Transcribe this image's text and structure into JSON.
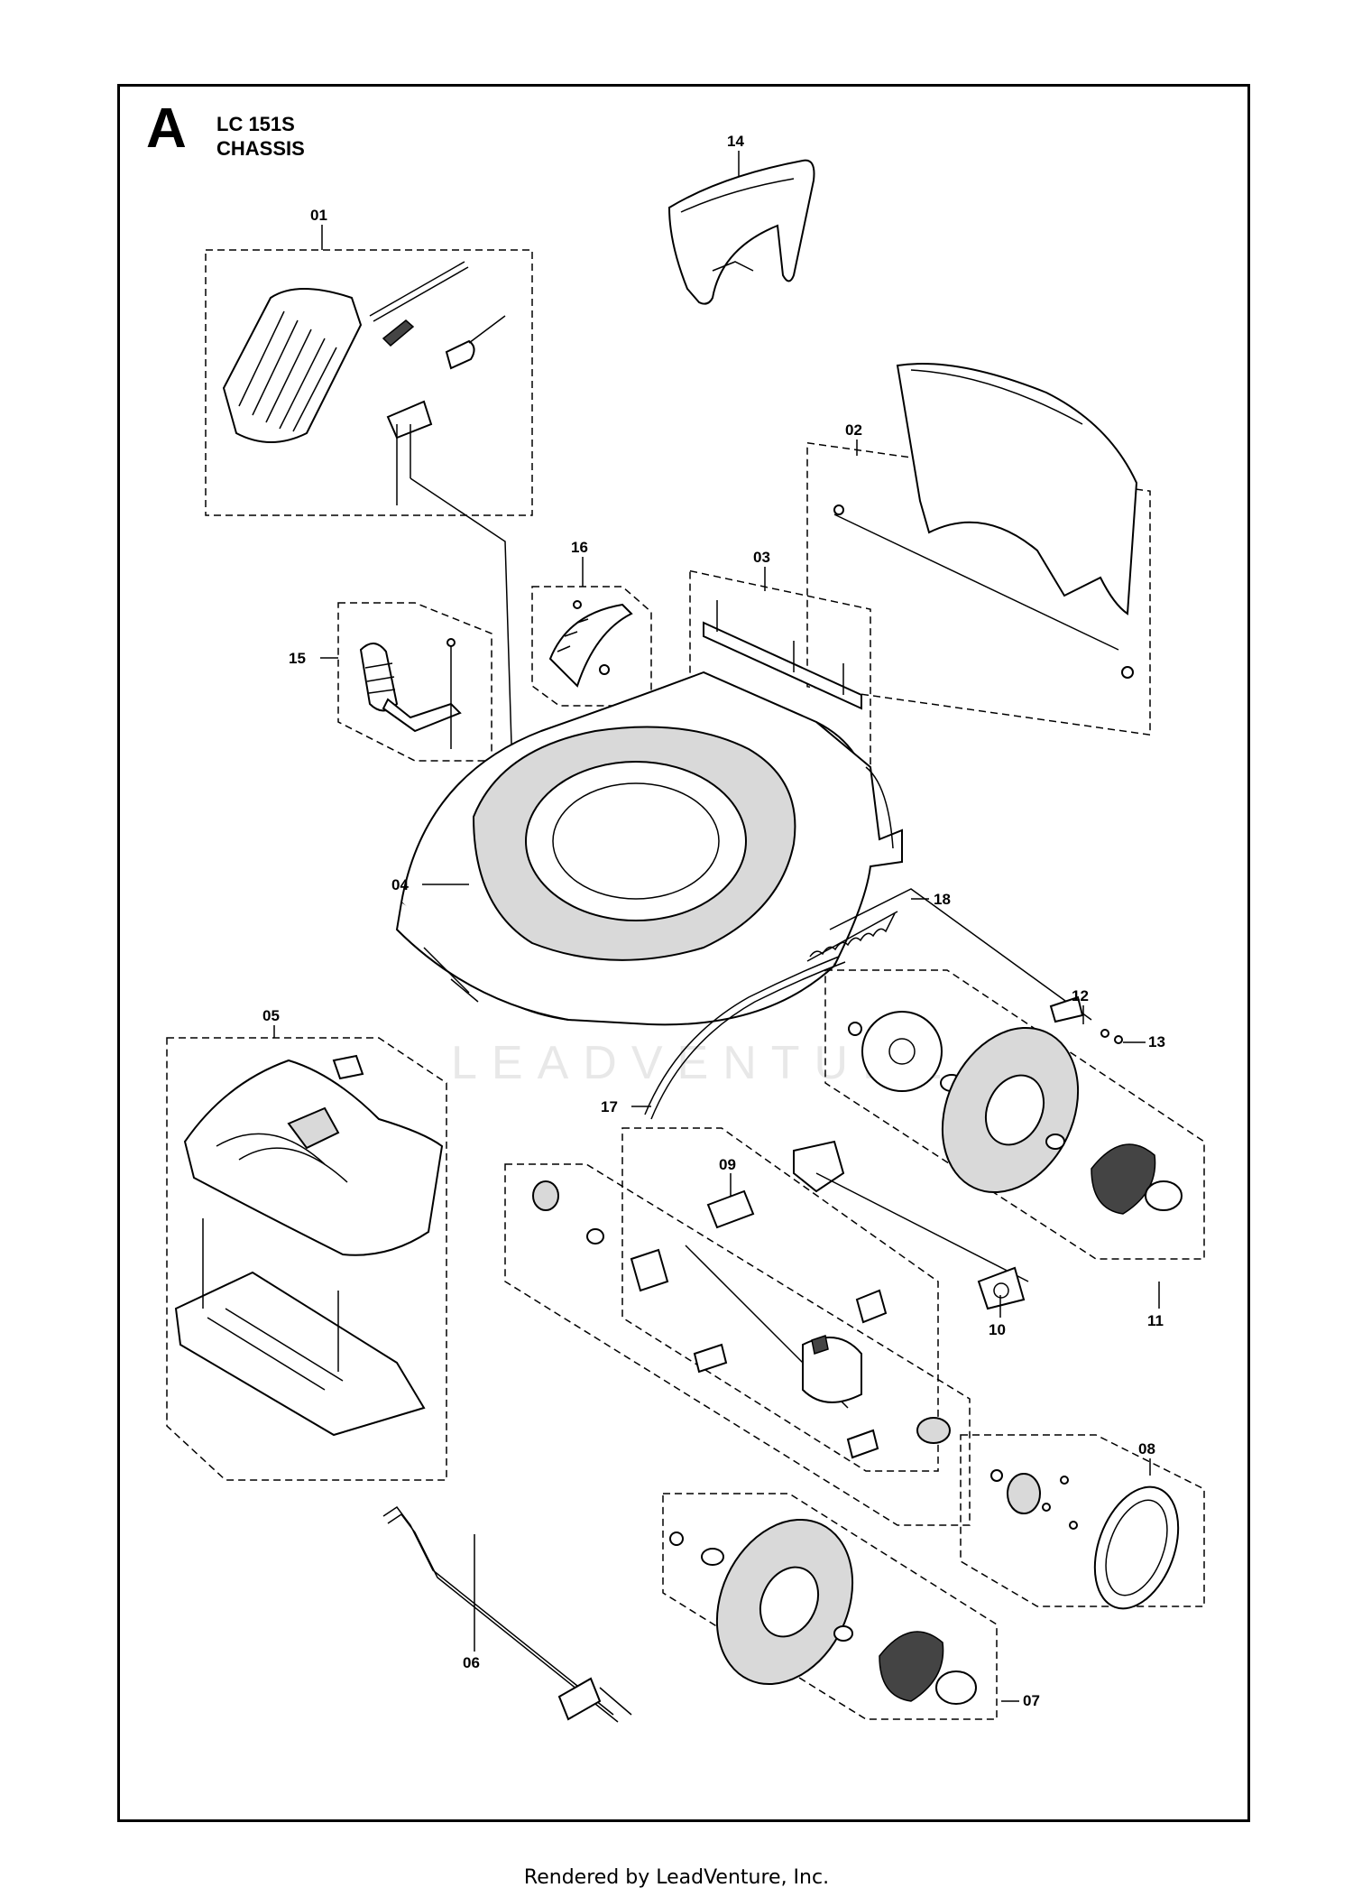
{
  "header": {
    "section_letter": "A",
    "model": "LC 151S",
    "assembly": "CHASSIS"
  },
  "watermark": "LEADVENTURE",
  "footer": "Rendered by LeadVenture, Inc.",
  "parts": [
    {
      "id": "01"
    },
    {
      "id": "02"
    },
    {
      "id": "03"
    },
    {
      "id": "04"
    },
    {
      "id": "05"
    },
    {
      "id": "06"
    },
    {
      "id": "07"
    },
    {
      "id": "08"
    },
    {
      "id": "09"
    },
    {
      "id": "10"
    },
    {
      "id": "11"
    },
    {
      "id": "12"
    },
    {
      "id": "13"
    },
    {
      "id": "14"
    },
    {
      "id": "15"
    },
    {
      "id": "16"
    },
    {
      "id": "17"
    },
    {
      "id": "18"
    }
  ]
}
